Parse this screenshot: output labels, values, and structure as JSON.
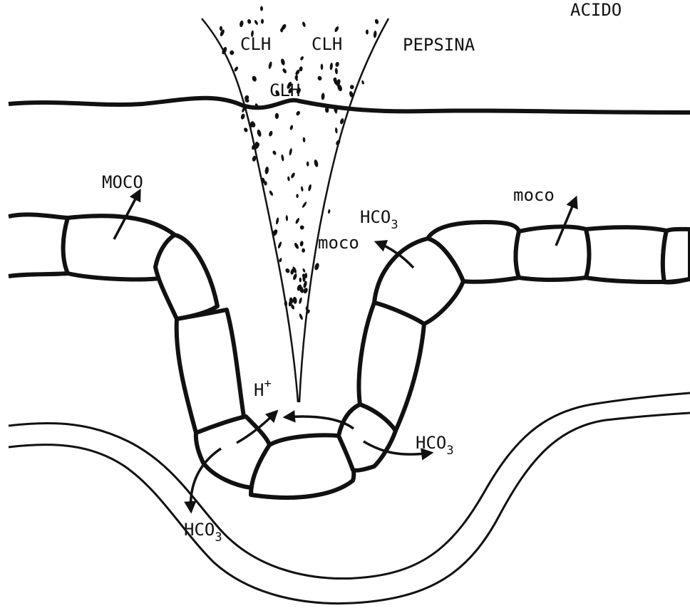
{
  "labels": {
    "acido": "ACIDO",
    "pepsina": "PEPSINA",
    "clh_left": "CLH",
    "clh_right": "CLH",
    "clh_mid": "CLH",
    "moco_upper_left": "MOCO",
    "moco_upper_right": "moco",
    "moco_pit": "moco",
    "hco3_top": {
      "main": "HCO",
      "sub": "3"
    },
    "h_plus": {
      "main": "H",
      "sup": "+"
    },
    "hco3_right": {
      "main": "HCO",
      "sub": "3"
    },
    "hco3_bottom": {
      "main": "HCO",
      "sub": "3"
    }
  },
  "colors": {
    "ink": "#111111",
    "paper": "#ffffff"
  }
}
